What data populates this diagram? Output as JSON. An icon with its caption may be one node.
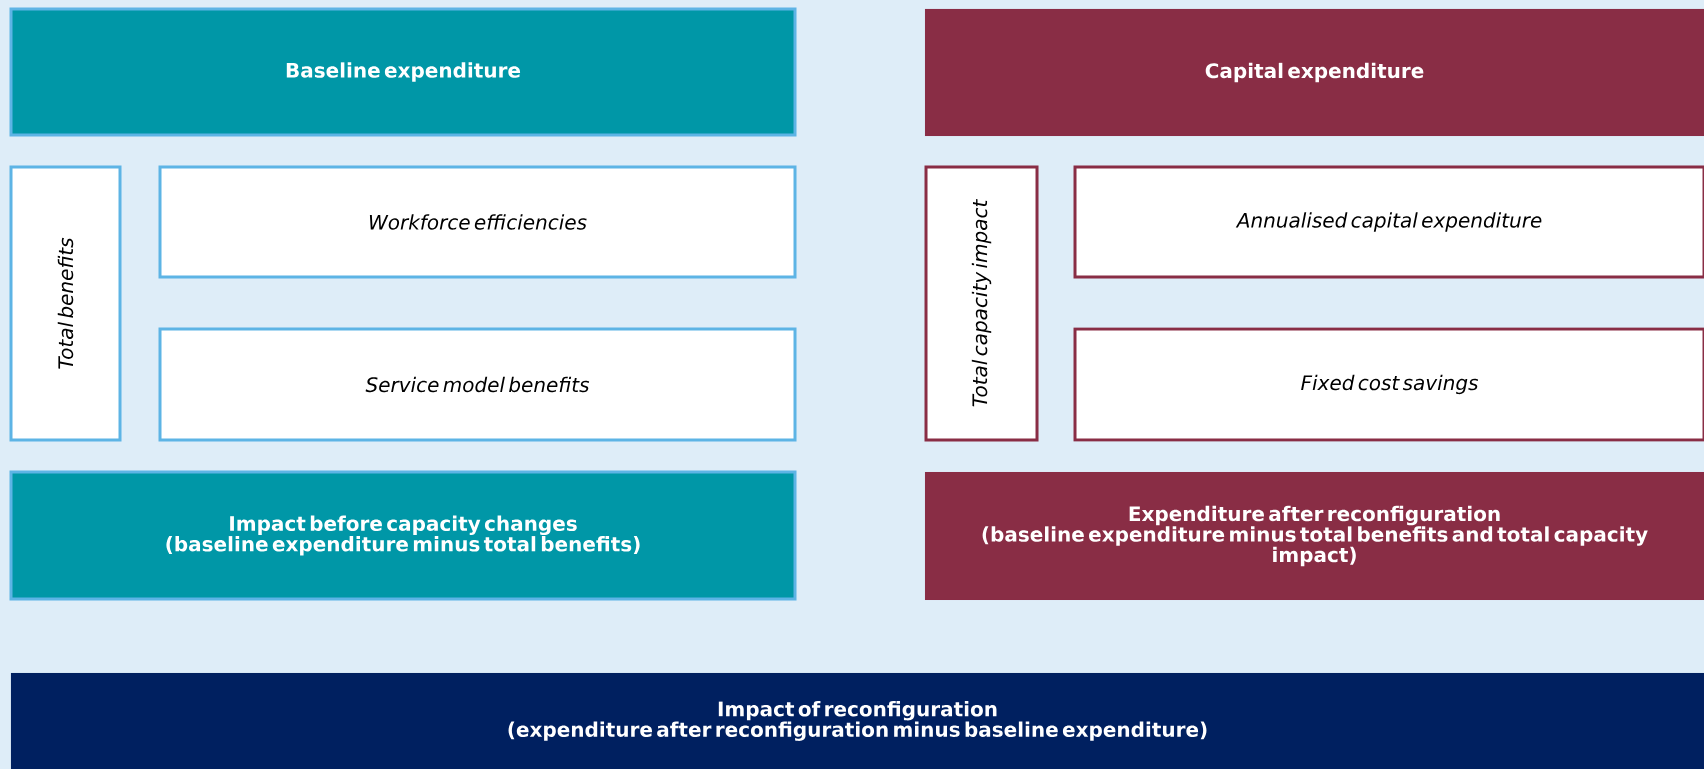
{
  "diagram": {
    "nodes": [
      {
        "text": [
          "Baseline expenditure"
        ]
      },
      {
        "text": [
          "Capital expenditure"
        ]
      },
      {
        "text": [
          "Total benefits"
        ]
      },
      {
        "text": [
          "Workforce efficiencies"
        ]
      },
      {
        "text": [
          "Service model benefits"
        ]
      },
      {
        "text": [
          "Total capacity impact"
        ]
      },
      {
        "text": [
          "Annualised capital expenditure"
        ]
      },
      {
        "text": [
          "Fixed cost savings"
        ]
      },
      {
        "text": [
          "Impact before capacity changes",
          "(baseline expenditure minus total benefits)"
        ]
      },
      {
        "text": [
          "Expenditure after reconfiguration",
          "(baseline expenditure minus total benefits and total capacity impact)"
        ]
      },
      {
        "text": [
          "Impact of reconfiguration",
          "(expenditure after reconfiguration minus baseline expenditure)"
        ]
      }
    ]
  }
}
